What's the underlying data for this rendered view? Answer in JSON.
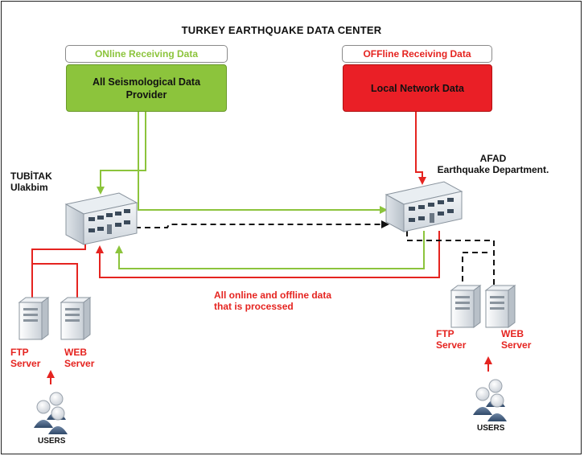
{
  "title": "TURKEY EARTHQUAKE DATA CENTER",
  "online_label": "ONline Receiving Data",
  "offline_label": "OFFline Receiving Data",
  "online_source": "All Seismological Data Provider",
  "offline_source": "Local Network Data",
  "tubitak": {
    "line1": "TUBİTAK",
    "line2": "Ulakbim"
  },
  "afad": {
    "line1": "AFAD",
    "line2": "Earthquake Department."
  },
  "processed_note": {
    "line1": "All online and offline data",
    "line2": "that is processed"
  },
  "left_servers": {
    "ftp_line1": "FTP",
    "ftp_line2": "Server",
    "web_line1": "WEB",
    "web_line2": "Server"
  },
  "right_servers": {
    "ftp_line1": "FTP",
    "ftp_line2": "Server",
    "web_line1": "WEB",
    "web_line2": "Server"
  },
  "left_users": "USERS",
  "right_users": "USERS",
  "colors": {
    "online": "#8cc43c",
    "offline": "#e52420",
    "dashed": "#111111"
  }
}
